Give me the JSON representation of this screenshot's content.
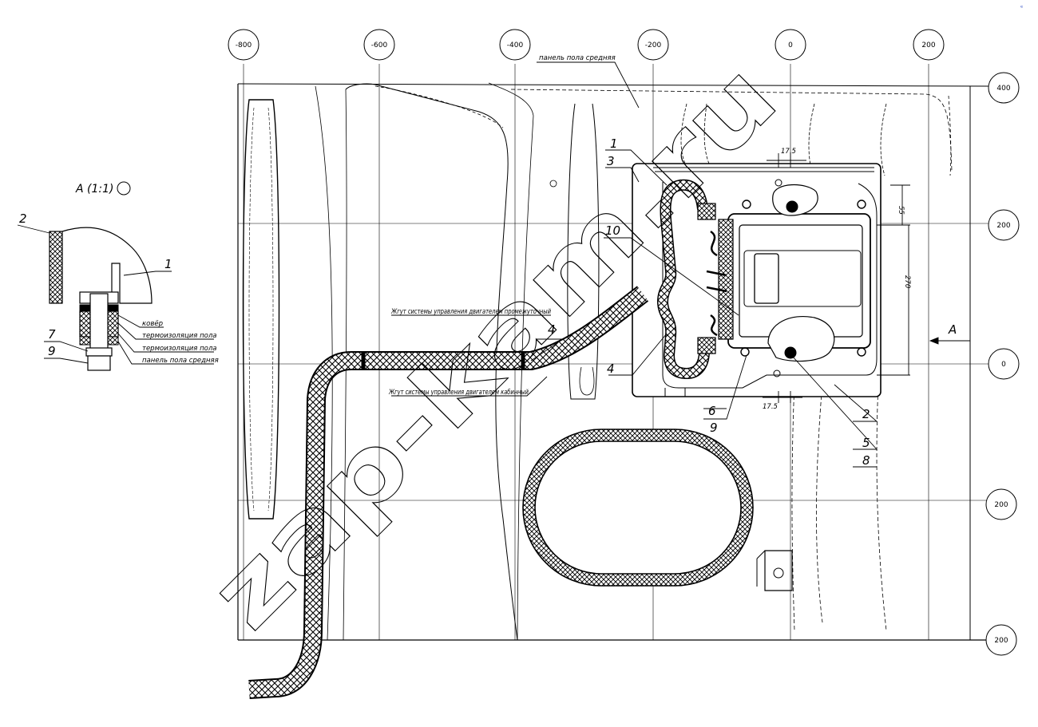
{
  "grid": {
    "top": [
      "-800",
      "-600",
      "-400",
      "-200",
      "0",
      "200"
    ],
    "right": [
      "400",
      "200",
      "0",
      "200",
      "200"
    ]
  },
  "notes": {
    "panel_top": "панель пола средняя",
    "harness_upper": "Жгут системы управления двигателем промежуточный",
    "harness_lower": "Жгут системы управления двигателем кабинный"
  },
  "callouts": {
    "c1": "1",
    "c3": "3",
    "c10": "10",
    "c4a": "4",
    "c4b": "4",
    "c6": "6",
    "c9": "9",
    "c2": "2",
    "c5": "5",
    "c8": "8"
  },
  "view_arrow_label": "A",
  "dimensions": {
    "d175_top": "17.5",
    "d175_bottom": "17.5",
    "d55": "55",
    "d270": "270"
  },
  "detail": {
    "title": "A (1:1)",
    "callouts": {
      "c2": "2",
      "c1": "1",
      "c7": "7",
      "c9": "9"
    },
    "labels": [
      "ковёр",
      "термоизоляция пола",
      "термоизоляция пола",
      "панель пола средняя"
    ]
  },
  "watermark": "zap-kam.ru",
  "corner_mark": "ᵉ"
}
